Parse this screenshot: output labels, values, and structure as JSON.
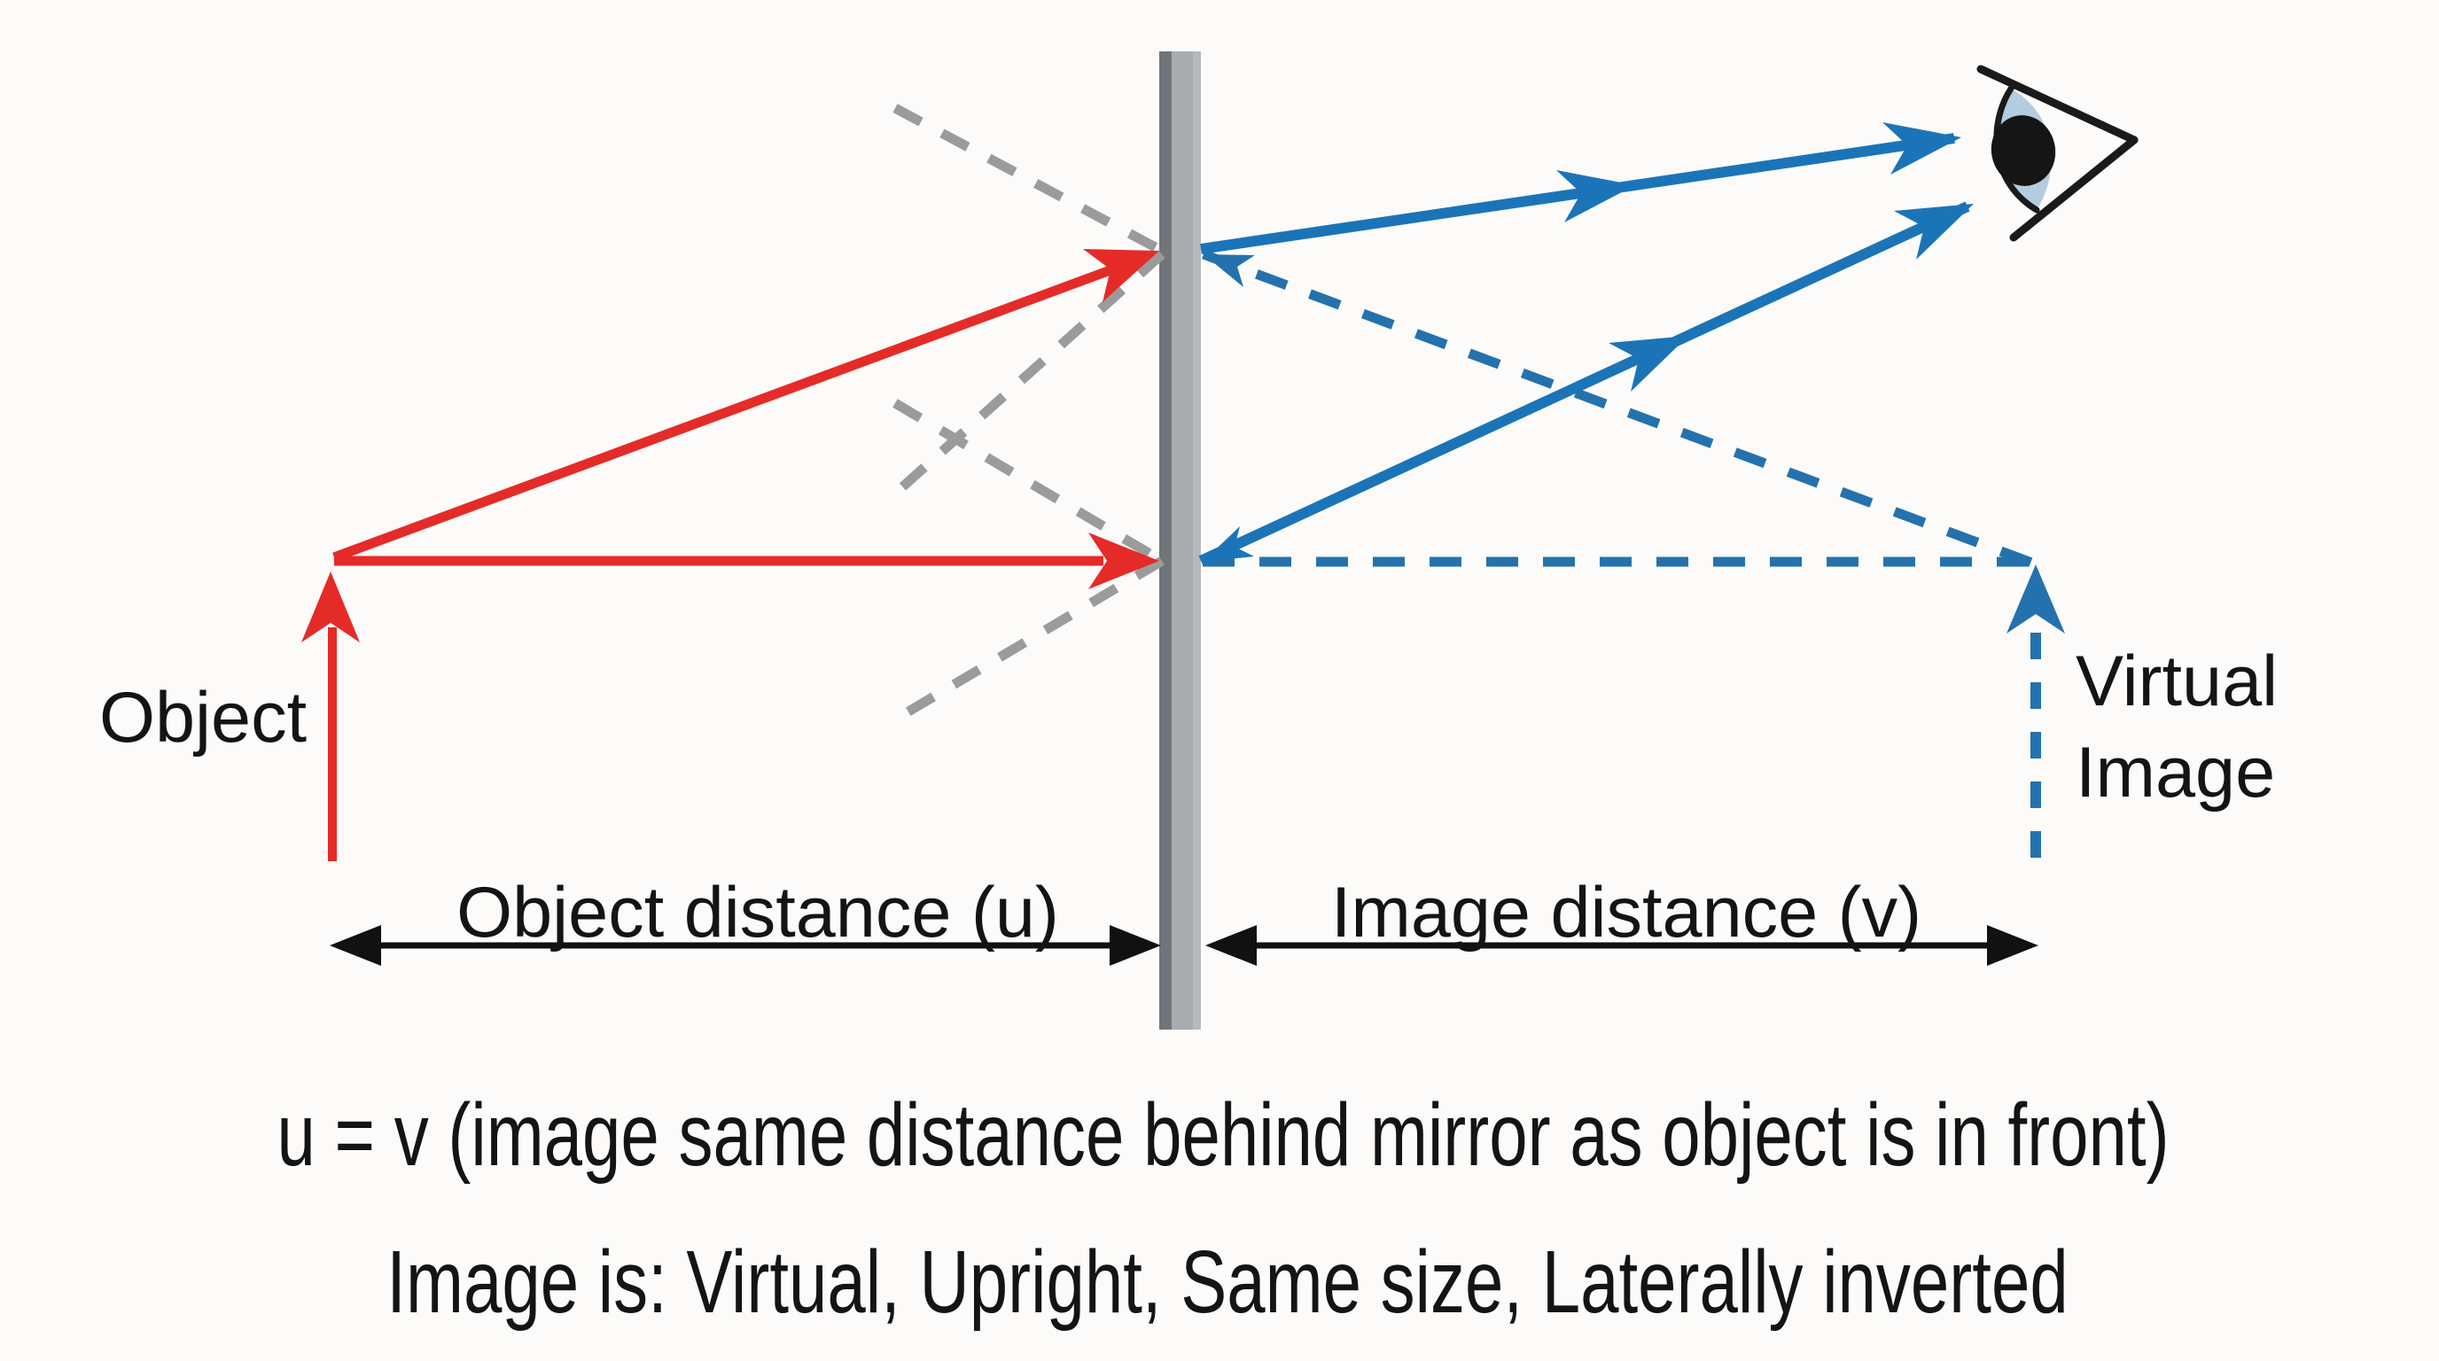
{
  "diagram": {
    "type": "plane-mirror-ray-diagram",
    "labels": {
      "object": "Object",
      "virtual_image": {
        "line1": "Virtual",
        "line2": "Image"
      },
      "object_distance": "Object distance (u)",
      "image_distance": "Image distance (v)"
    },
    "caption": {
      "line1": "u = v (image same distance behind mirror as object is in front)",
      "line2": "Image is: Virtual, Upright, Same size, Laterally inverted"
    },
    "icons": {
      "eye": "eye-icon",
      "mirror": "plane-mirror"
    },
    "colors": {
      "incident_ray_red": "#e52b28",
      "reflected_ray_blue": "#1b74b8",
      "virtual_ray_blue": "#2472ad",
      "construction_gray": "#9b9b9b",
      "mirror_dark": "#70757a",
      "mirror_light": "#a9acae",
      "mirror_highlight": "#b6b8ba",
      "iris_light_blue": "#b3ccdf",
      "text_black": "#141414",
      "background": "#fcfbfa",
      "measure_black": "#111111"
    }
  }
}
